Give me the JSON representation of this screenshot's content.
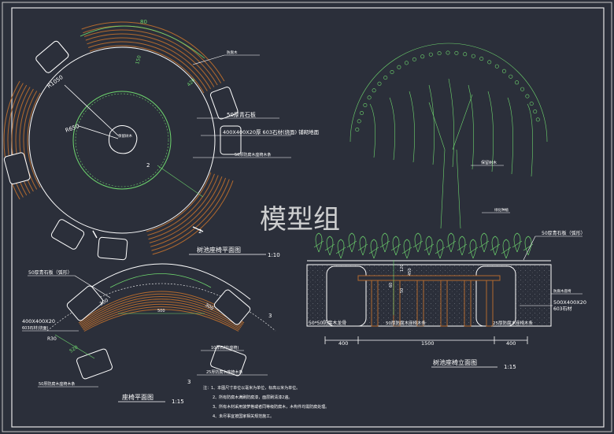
{
  "drawing": {
    "watermark": "模型组",
    "plan_title": "树池座椅平面图",
    "plan_scale": "1:10",
    "bench_title": "座椅平面图",
    "bench_scale": "1:15",
    "elev_title": "树池座椅立面图",
    "elev_scale": "1:15"
  },
  "plan": {
    "dim_top": "80",
    "dim_420": "420",
    "dim_150": "150",
    "r_outer": "R1050",
    "r_inner": "R650",
    "tree": "保留树木",
    "label_right_top": "防腐木",
    "note_50a": "50厚青石板",
    "note_tile": "400X400X20厚 603石材(烧面) 铺砌地面",
    "note_50b": "50厚防腐木座椅木条",
    "mark_2": "2"
  },
  "bench": {
    "note_top": "50厚青石板（弧形）",
    "dim_300a": "300",
    "dim_300b": "300",
    "dim_500": "500",
    "dim_r30": "R30",
    "dim_520": "520",
    "tile_a": "400X400X20",
    "tile_b": "603石材(烧面)",
    "note_10": "10厚石材(座椅)",
    "note_25": "25厚防腐木座椅木条",
    "note_50": "50厚防腐木座椅木条",
    "mark_3": "3"
  },
  "elevation": {
    "tree_note": "保留树木",
    "grass_note": "绿化种植",
    "note_50_top": "50厚青石板（弧形）",
    "right_note": "防腐木座椅",
    "tile_a": "500X400X20",
    "tile_b": "603石材",
    "dim_60": "60",
    "dim_50": "50",
    "dim_120": "120",
    "dim_450": "450",
    "d_left": "400",
    "d_mid": "1500",
    "d_right": "400",
    "bottom_note_1": "50*50防腐木龙骨",
    "bottom_note_2": "50厚防腐木座椅木条",
    "bottom_note_3": "25厚防腐木座椅木条"
  },
  "notes": {
    "n1": "注：1、本图尺寸单位以毫米为单位，标高以米为单位。",
    "n2": "2、所有防腐木满刷防腐漆，面层刷清漆2遍。",
    "n3": "3、所有木材采用菠萝格或者同等级防腐木，木构件均需防腐处理。",
    "n4": "4、未尽事宜按国家相关规范施工。"
  }
}
